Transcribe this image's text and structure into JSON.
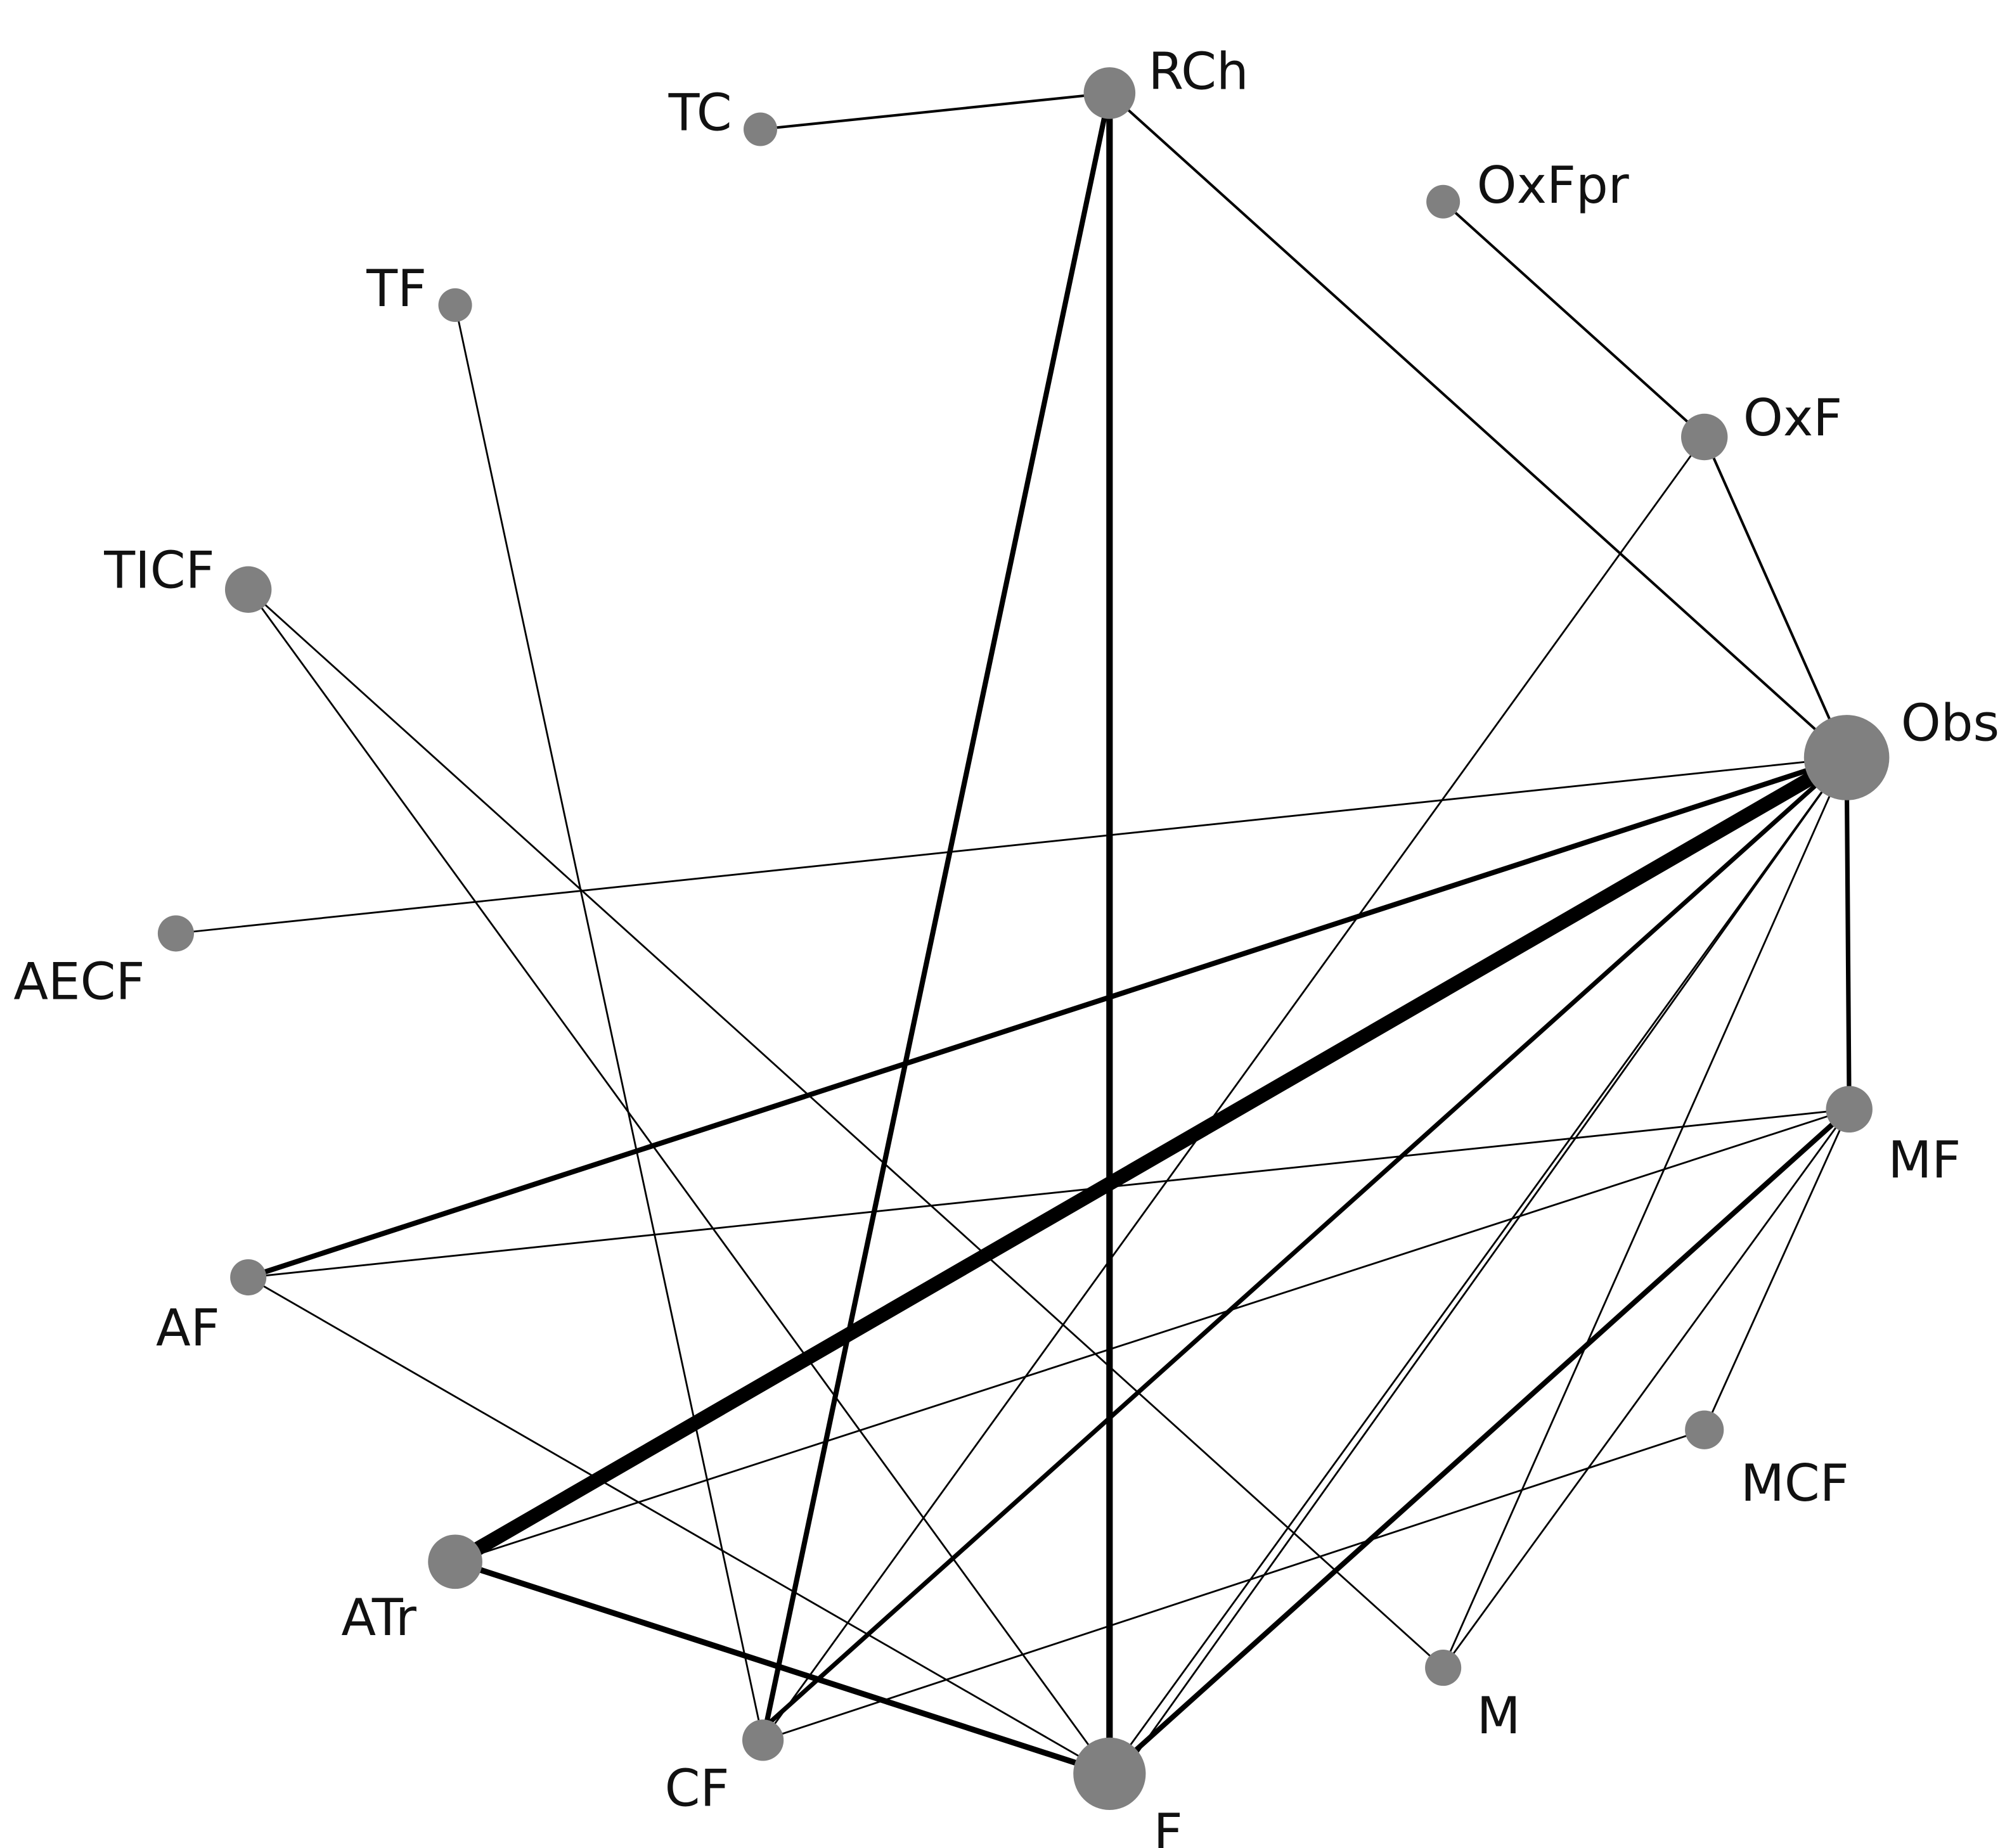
{
  "colors": {
    "background": "#ffffff",
    "node": "#808080",
    "edge": "#000000",
    "label": "#111111"
  },
  "nodes": [
    {
      "id": "RCh",
      "label": "RCh"
    },
    {
      "id": "TC",
      "label": "TC"
    },
    {
      "id": "OxFpr",
      "label": "OxFpr"
    },
    {
      "id": "TF",
      "label": "TF"
    },
    {
      "id": "OxF",
      "label": "OxF"
    },
    {
      "id": "TICF",
      "label": "TICF"
    },
    {
      "id": "Obs",
      "label": "Obs"
    },
    {
      "id": "AECF",
      "label": "AECF"
    },
    {
      "id": "MF",
      "label": "MF"
    },
    {
      "id": "AF",
      "label": "AF"
    },
    {
      "id": "MCF",
      "label": "MCF"
    },
    {
      "id": "ATr",
      "label": "ATr"
    },
    {
      "id": "M",
      "label": "M"
    },
    {
      "id": "CF",
      "label": "CF"
    },
    {
      "id": "F",
      "label": "F"
    }
  ],
  "edges": [
    {
      "source": "TC",
      "target": "RCh"
    },
    {
      "source": "RCh",
      "target": "F"
    },
    {
      "source": "RCh",
      "target": "CF"
    },
    {
      "source": "RCh",
      "target": "Obs"
    },
    {
      "source": "OxFpr",
      "target": "OxF"
    },
    {
      "source": "OxF",
      "target": "Obs"
    },
    {
      "source": "OxF",
      "target": "CF"
    },
    {
      "source": "TF",
      "target": "CF"
    },
    {
      "source": "TICF",
      "target": "F"
    },
    {
      "source": "TICF",
      "target": "M"
    },
    {
      "source": "AECF",
      "target": "Obs"
    },
    {
      "source": "Obs",
      "target": "ATr"
    },
    {
      "source": "Obs",
      "target": "AF"
    },
    {
      "source": "Obs",
      "target": "MF"
    },
    {
      "source": "Obs",
      "target": "CF"
    },
    {
      "source": "Obs",
      "target": "F"
    },
    {
      "source": "Obs",
      "target": "F"
    },
    {
      "source": "Obs",
      "target": "M"
    },
    {
      "source": "MF",
      "target": "AF"
    },
    {
      "source": "MF",
      "target": "ATr"
    },
    {
      "source": "MF",
      "target": "F"
    },
    {
      "source": "MF",
      "target": "M"
    },
    {
      "source": "MF",
      "target": "MCF"
    },
    {
      "source": "AF",
      "target": "F"
    },
    {
      "source": "ATr",
      "target": "F"
    },
    {
      "source": "MCF",
      "target": "CF"
    }
  ]
}
